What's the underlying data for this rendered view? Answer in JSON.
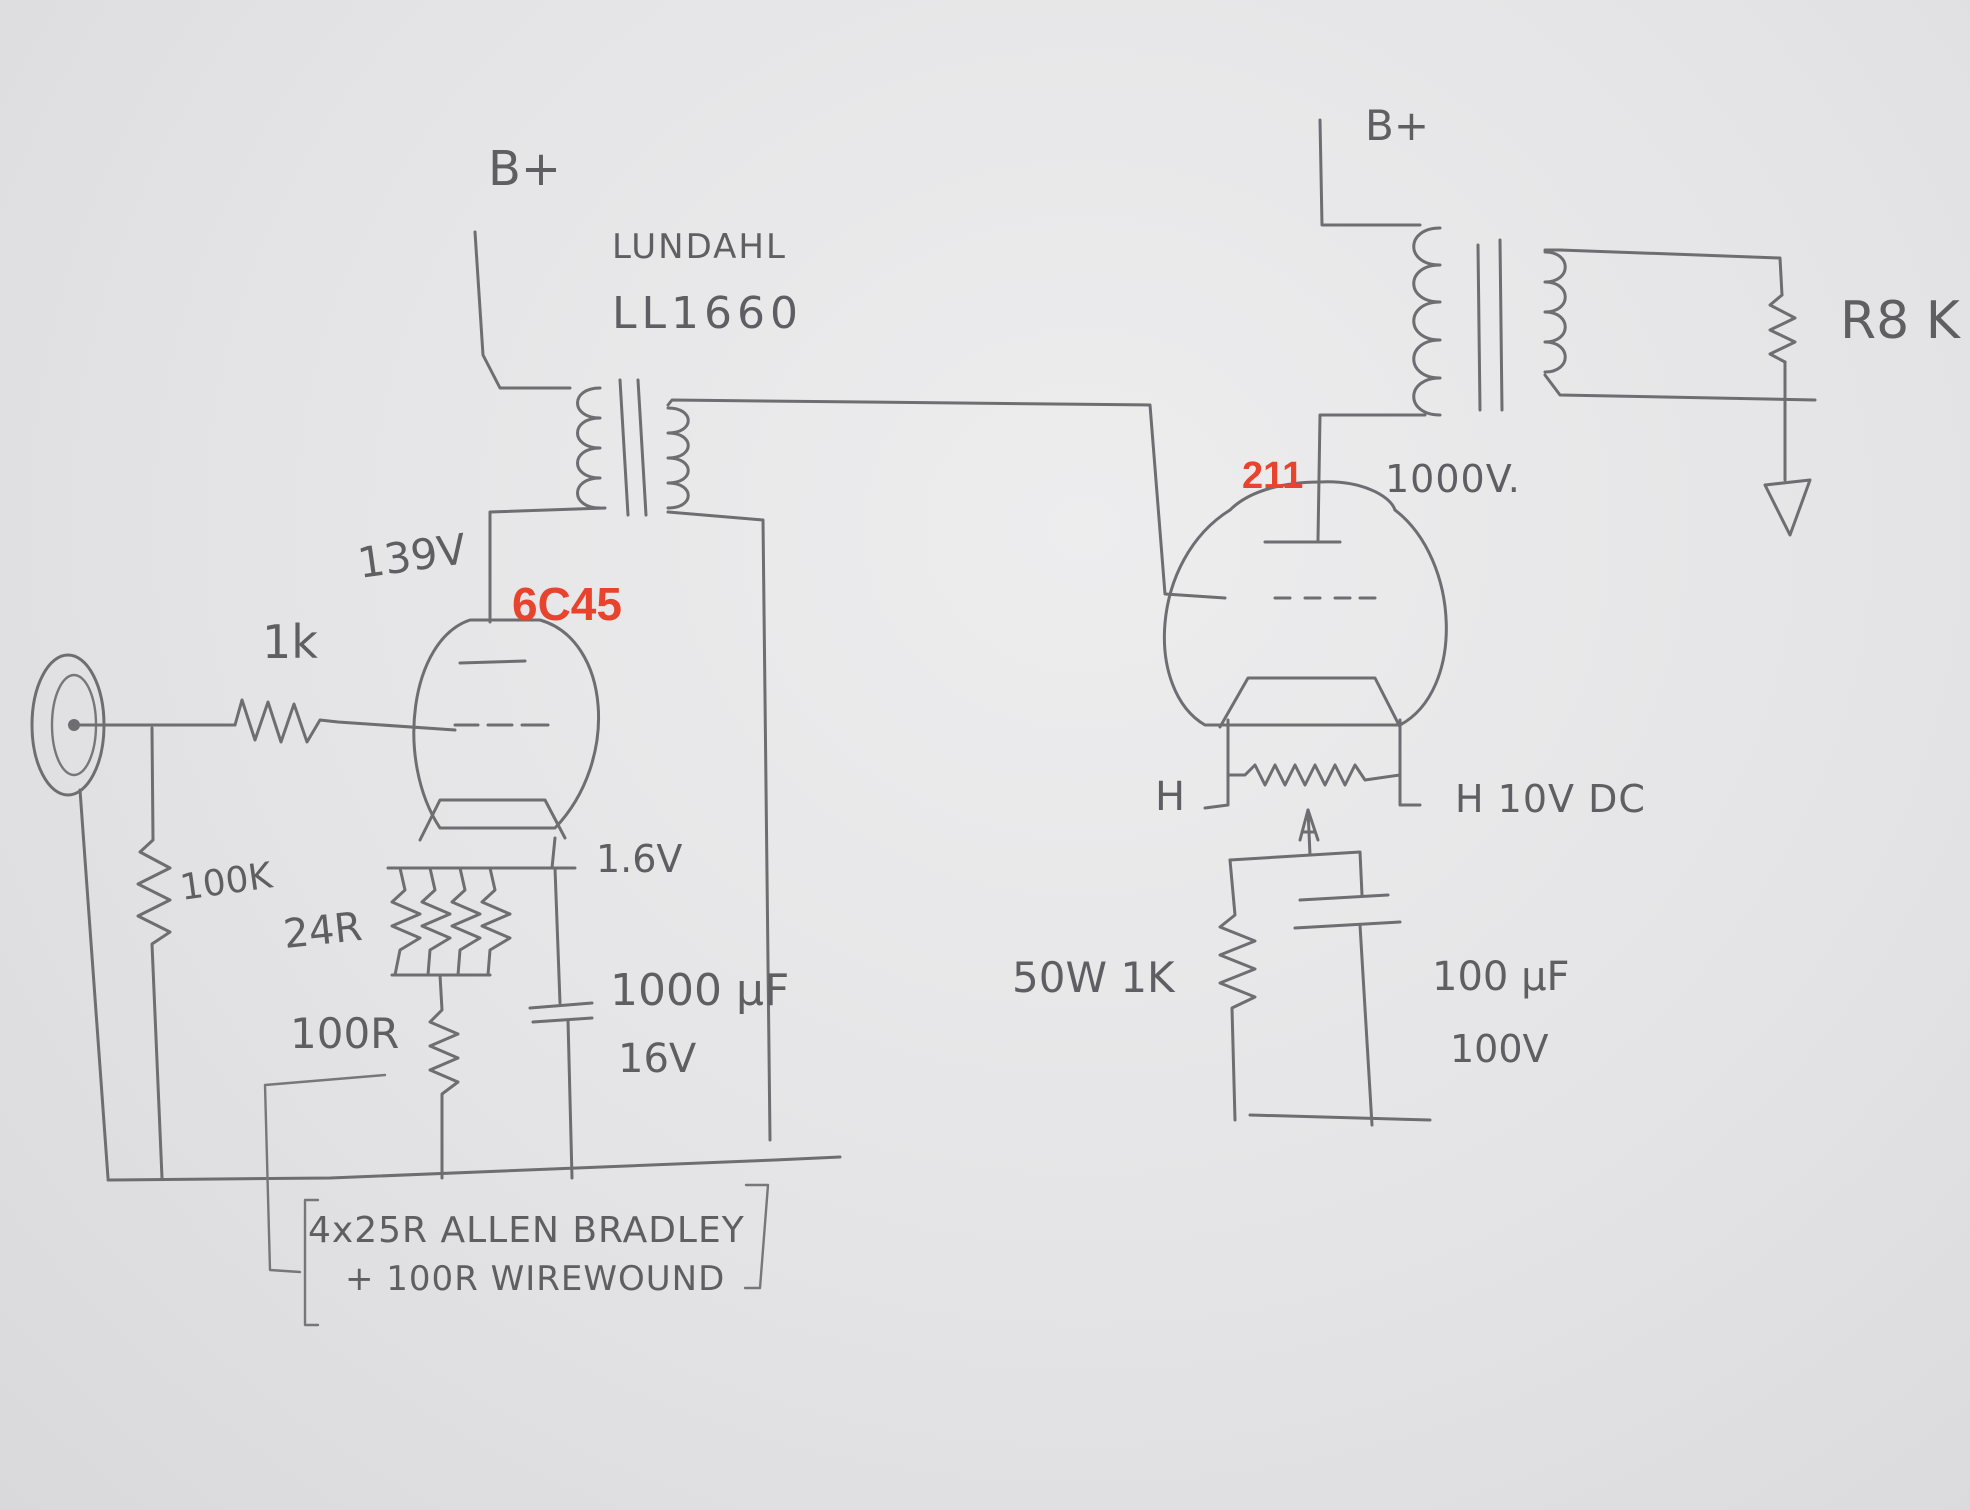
{
  "labels": {
    "bplus_left": "B+",
    "bplus_right": "B+",
    "transformer_brand": "LUNDAHL",
    "transformer_model": "LL1660",
    "plate_voltage_left": "139V",
    "driver_tube": "6C45",
    "grid_resistor": "1k",
    "grid_leak": "100K",
    "cathode_res_parallel": "24R",
    "cathode_res_series": "100R",
    "cathode_voltage": "1.6V",
    "cap_left_value": "1000 µF",
    "cap_left_voltage": "16V",
    "note_line1": "4x25R ALLEN BRADLEY",
    "note_line2": "+ 100R WIREWOUND",
    "power_tube": "211",
    "plate_voltage_right": "1000V.",
    "heater_left": "H",
    "heater_right": "H 10V DC",
    "bias_resistor": "50W 1K",
    "cap_right_value": "100 µF",
    "cap_right_voltage": "100V",
    "load_resistor": "R8 K"
  },
  "colors": {
    "pencil": "#6e6e72",
    "tube_label": "#e8432c",
    "paper": "#e6e6e8"
  }
}
